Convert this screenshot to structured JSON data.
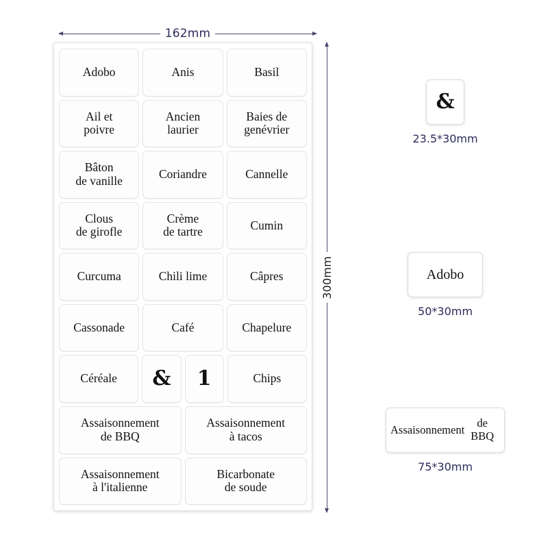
{
  "dimensions": {
    "width_label": "162mm",
    "height_label": "300mm"
  },
  "colors": {
    "dimension_text": "#2b2b5c",
    "label_text": "#111111",
    "sheet_background": "#ffffff",
    "page_background": "#ffffff",
    "label_border": "#e4e4e4"
  },
  "sheet": {
    "rows": [
      {
        "cells": [
          {
            "text": "Adobo",
            "width": "w1"
          },
          {
            "text": "Anis",
            "width": "w1"
          },
          {
            "text": "Basil",
            "width": "w1"
          }
        ]
      },
      {
        "cells": [
          {
            "text": "Ail et\npoivre",
            "width": "w1"
          },
          {
            "text": "Ancien\nlaurier",
            "width": "w1"
          },
          {
            "text": "Baies de\ngenévrier",
            "width": "w1"
          }
        ]
      },
      {
        "cells": [
          {
            "text": "Bâton\nde vanille",
            "width": "w1"
          },
          {
            "text": "Coriandre",
            "width": "w1"
          },
          {
            "text": "Cannelle",
            "width": "w1"
          }
        ]
      },
      {
        "cells": [
          {
            "text": "Clous\nde girofle",
            "width": "w1"
          },
          {
            "text": "Crème\nde tartre",
            "width": "w1"
          },
          {
            "text": "Cumin",
            "width": "w1"
          }
        ]
      },
      {
        "cells": [
          {
            "text": "Curcuma",
            "width": "w1"
          },
          {
            "text": "Chili lime",
            "width": "w1"
          },
          {
            "text": "Câpres",
            "width": "w1"
          }
        ]
      },
      {
        "cells": [
          {
            "text": "Cassonade",
            "width": "w1"
          },
          {
            "text": "Café",
            "width": "w1"
          },
          {
            "text": "Chapelure",
            "width": "w1"
          }
        ]
      },
      {
        "cells": [
          {
            "text": "Céréale",
            "width": "w1"
          },
          {
            "text": "&",
            "width": "narrow",
            "symbol": true
          },
          {
            "text": "1",
            "width": "narrow",
            "symbol": true
          },
          {
            "text": "Chips",
            "width": "w1"
          }
        ]
      },
      {
        "cells": [
          {
            "text": "Assaisonnement\nde BBQ",
            "width": "w2"
          },
          {
            "text": "Assaisonnement\nà tacos",
            "width": "w2"
          }
        ]
      },
      {
        "cells": [
          {
            "text": "Assaisonnement\nà l'italienne",
            "width": "w2"
          },
          {
            "text": "Bicarbonate\nde soude",
            "width": "w2"
          }
        ]
      }
    ]
  },
  "samples": [
    {
      "id": "amp",
      "text": "&",
      "caption": "23.5*30mm"
    },
    {
      "id": "adobo",
      "text": "Adobo",
      "caption": "50*30mm"
    },
    {
      "id": "bbq",
      "text": "Assaisonnement\nde BBQ",
      "caption": "75*30mm"
    }
  ]
}
